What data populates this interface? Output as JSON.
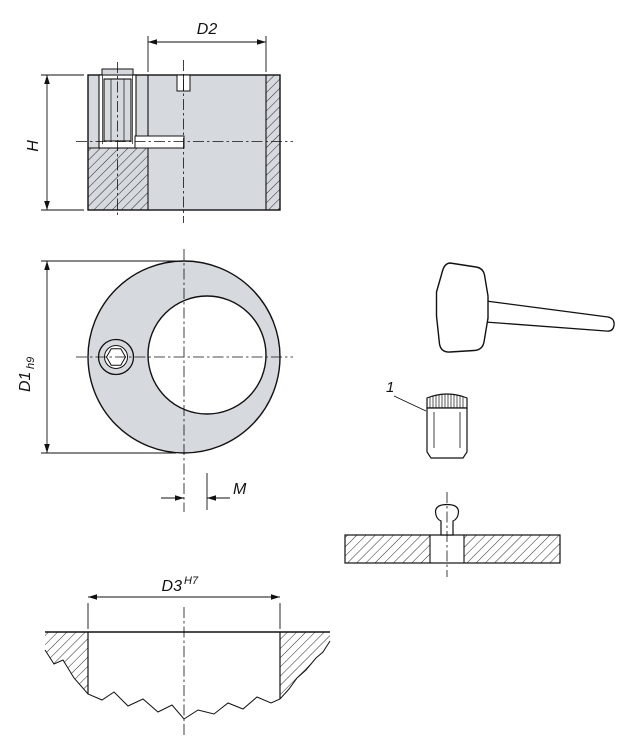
{
  "drawing": {
    "labels": {
      "d2": "D2",
      "h": "H",
      "d1": "D1",
      "d1_tolerance": "h9",
      "m": "M",
      "d3": "D3",
      "d3_tolerance": "H7",
      "item_1": "1"
    },
    "colors": {
      "background": "#ffffff",
      "part_fill": "#d6dade",
      "line": "#111111"
    }
  }
}
